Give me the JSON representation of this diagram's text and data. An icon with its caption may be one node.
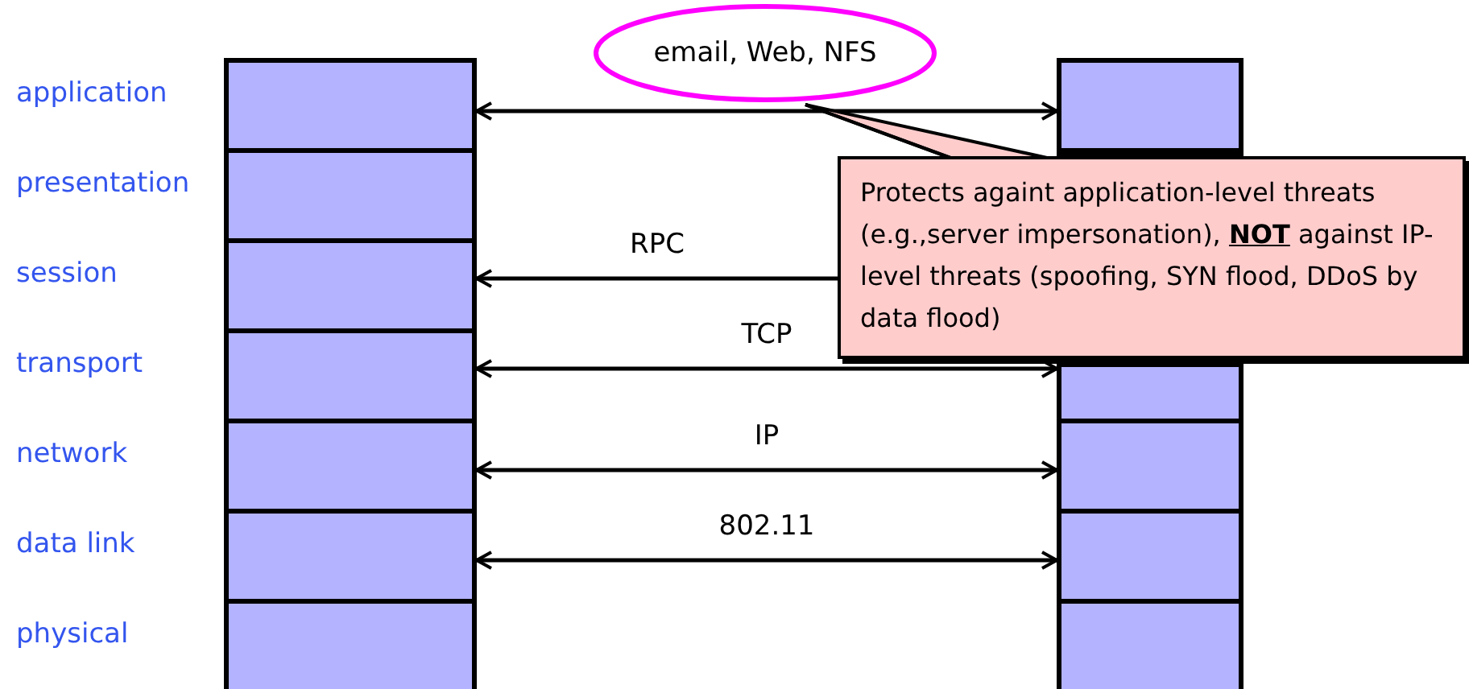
{
  "diagram": {
    "nodes": [
      {
        "text": [],
        "shape": "box",
        "beside": [
          "application"
        ]
      },
      {
        "text": [],
        "shape": "box",
        "beside": [
          "presentation"
        ]
      },
      {
        "text": [],
        "shape": "box",
        "beside": [
          "session"
        ]
      },
      {
        "text": [],
        "shape": "box",
        "beside": [
          "transport"
        ]
      },
      {
        "text": [],
        "shape": "box",
        "beside": [
          "network"
        ]
      },
      {
        "text": [],
        "shape": "box",
        "beside": [
          "data link"
        ]
      },
      {
        "text": [],
        "shape": "box",
        "beside": [
          "physical"
        ]
      },
      {
        "text": [],
        "shape": "box"
      },
      {
        "text": [],
        "shape": "box"
      },
      {
        "text": [],
        "shape": "box"
      },
      {
        "text": [],
        "shape": "box"
      },
      {
        "text": [],
        "shape": "box"
      },
      {
        "text": [],
        "shape": "box"
      },
      {
        "text": [
          "email, Web, NFS"
        ]
      },
      {
        "text": [
          "Protects againt application-level threats (e.g.,server impersonation), **NOT** against IP-level threats (spoofing, SYN flood, DDoS by data flood)"
        ]
      }
    ],
    "edges": [
      {
        "from": 0,
        "to": 7,
        "arrow": "both"
      },
      {
        "from": 14,
        "to": 2,
        "arrow": "to",
        "label": "RPC"
      },
      {
        "from": 3,
        "to": 9,
        "arrow": "both",
        "label": "TCP"
      },
      {
        "from": 4,
        "to": 10,
        "arrow": "both",
        "label": "IP"
      },
      {
        "from": 5,
        "to": 11,
        "arrow": "both",
        "label": "802.11"
      },
      {
        "from": 14,
        "to": 13,
        "arrow": "none"
      }
    ]
  }
}
